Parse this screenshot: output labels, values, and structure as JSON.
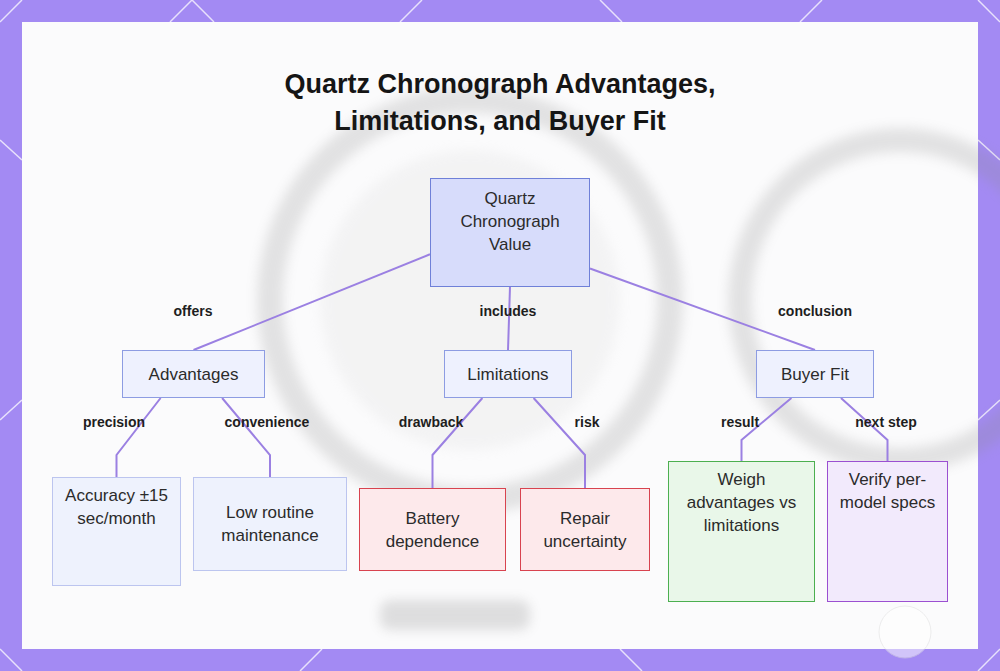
{
  "diagram": {
    "title": "Quartz Chronograph Advantages, Limitations, and Buyer Fit",
    "nodes": [
      {
        "text": [
          "Quartz Chronograph Value"
        ]
      },
      {
        "text": [
          "Advantages"
        ]
      },
      {
        "text": [
          "Limitations"
        ]
      },
      {
        "text": [
          "Buyer Fit"
        ]
      },
      {
        "text": [
          "Accuracy ±15 sec/month"
        ]
      },
      {
        "text": [
          "Low routine maintenance"
        ]
      },
      {
        "text": [
          "Battery dependence"
        ]
      },
      {
        "text": [
          "Repair uncertainty"
        ]
      },
      {
        "text": [
          "Weigh advantages vs limitations"
        ]
      },
      {
        "text": [
          "Verify per-model specs"
        ]
      }
    ],
    "edges": [
      {
        "from": 0,
        "to": 1,
        "label": "offers",
        "arrow": "none"
      },
      {
        "from": 0,
        "to": 2,
        "label": "includes",
        "arrow": "none"
      },
      {
        "from": 0,
        "to": 3,
        "label": "conclusion",
        "arrow": "none"
      },
      {
        "from": 1,
        "to": 4,
        "label": "precision",
        "arrow": "none"
      },
      {
        "from": 1,
        "to": 5,
        "label": "convenience",
        "arrow": "none"
      },
      {
        "from": 2,
        "to": 6,
        "label": "drawback",
        "arrow": "none"
      },
      {
        "from": 2,
        "to": 7,
        "label": "risk",
        "arrow": "none"
      },
      {
        "from": 3,
        "to": 8,
        "label": "result",
        "arrow": "none"
      },
      {
        "from": 3,
        "to": 9,
        "label": "next step",
        "arrow": "none"
      }
    ]
  }
}
